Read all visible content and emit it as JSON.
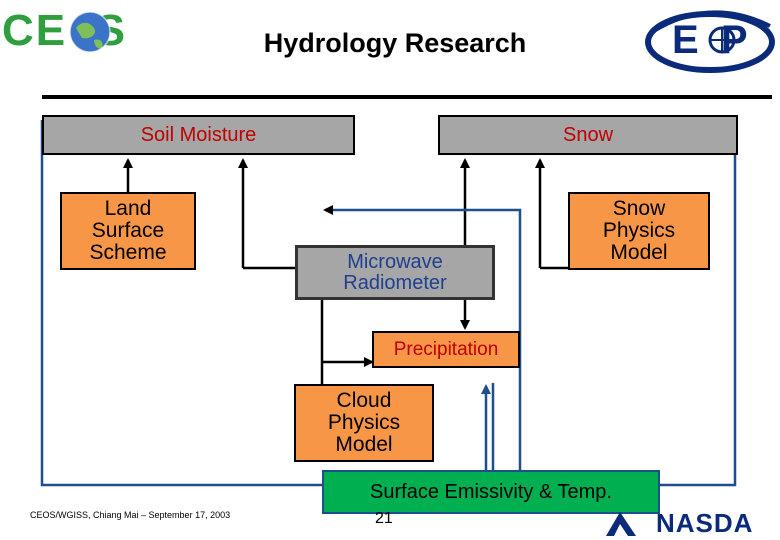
{
  "header": {
    "ceos_logo_text": "CE  S",
    "title": "Hydrology Research",
    "ecp_logo_text": "E  P"
  },
  "diagram": {
    "soil_moisture": "Soil Moisture",
    "snow": "Snow",
    "land_surface_scheme": "Land\nSurface\nScheme",
    "snow_physics_model": "Snow\nPhysics\nModel",
    "microwave_radiometer": "Microwave\nRadiometer",
    "precipitation": "Precipitation",
    "cloud_physics_model": "Cloud\nPhysics\nModel",
    "surface_emissivity": "Surface Emissivity & Temp."
  },
  "footer": {
    "credit": "CEOS/WGISS, Chiang Mai – September 17, 2003",
    "page_number": "21",
    "nasda_logo_text": "NASDA"
  },
  "colors": {
    "orange": "#f79646",
    "gray": "#a6a6a6",
    "blue_line": "#1f4e8c",
    "label_red": "#c00000",
    "label_blue": "#1f3f8f",
    "emissivity_bg": "#00b050",
    "nasda_blue": "#0a2a7a"
  }
}
